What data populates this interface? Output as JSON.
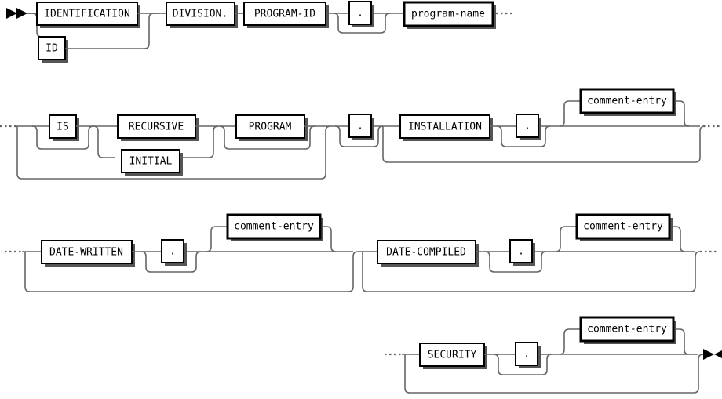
{
  "diagram": {
    "title": "COBOL IDENTIFICATION DIVISION syntax railroad diagram",
    "type": "railroad-syntax-diagram",
    "colors": {
      "rail": "#666666",
      "box_border": "#000000",
      "box_fill": "#ffffff",
      "shadow": "#555555",
      "text": "#000000",
      "background": "#ffffff"
    },
    "rows": [
      {
        "id": "row-1",
        "nodes": [
          {
            "id": "n-identification",
            "label": "IDENTIFICATION",
            "kind": "terminal"
          },
          {
            "id": "n-id",
            "label": "ID",
            "kind": "terminal"
          },
          {
            "id": "n-division",
            "label": "DIVISION.",
            "kind": "terminal"
          },
          {
            "id": "n-program-id",
            "label": "PROGRAM-ID",
            "kind": "terminal"
          },
          {
            "id": "n-period-1",
            "label": ".",
            "kind": "terminal"
          },
          {
            "id": "n-program-name",
            "label": "program-name",
            "kind": "non-terminal"
          }
        ]
      },
      {
        "id": "row-2",
        "nodes": [
          {
            "id": "n-is",
            "label": "IS",
            "kind": "terminal"
          },
          {
            "id": "n-recursive",
            "label": "RECURSIVE",
            "kind": "terminal"
          },
          {
            "id": "n-initial",
            "label": "INITIAL",
            "kind": "terminal"
          },
          {
            "id": "n-program",
            "label": "PROGRAM",
            "kind": "terminal"
          },
          {
            "id": "n-period-2",
            "label": ".",
            "kind": "terminal"
          },
          {
            "id": "n-installation",
            "label": "INSTALLATION",
            "kind": "terminal"
          },
          {
            "id": "n-period-3",
            "label": ".",
            "kind": "terminal"
          },
          {
            "id": "n-comment-1",
            "label": "comment-entry",
            "kind": "non-terminal"
          }
        ]
      },
      {
        "id": "row-3",
        "nodes": [
          {
            "id": "n-date-written",
            "label": "DATE-WRITTEN",
            "kind": "terminal"
          },
          {
            "id": "n-period-4",
            "label": ".",
            "kind": "terminal"
          },
          {
            "id": "n-comment-2",
            "label": "comment-entry",
            "kind": "non-terminal"
          },
          {
            "id": "n-date-compiled",
            "label": "DATE-COMPILED",
            "kind": "terminal"
          },
          {
            "id": "n-period-5",
            "label": ".",
            "kind": "terminal"
          },
          {
            "id": "n-comment-3",
            "label": "comment-entry",
            "kind": "non-terminal"
          }
        ]
      },
      {
        "id": "row-4",
        "nodes": [
          {
            "id": "n-security",
            "label": "SECURITY",
            "kind": "terminal"
          },
          {
            "id": "n-period-6",
            "label": ".",
            "kind": "terminal"
          },
          {
            "id": "n-comment-4",
            "label": "comment-entry",
            "kind": "non-terminal"
          }
        ]
      }
    ],
    "markers": {
      "start": "start-arrow",
      "end": "end-arrow",
      "continuation": "dotted-continuation"
    }
  }
}
